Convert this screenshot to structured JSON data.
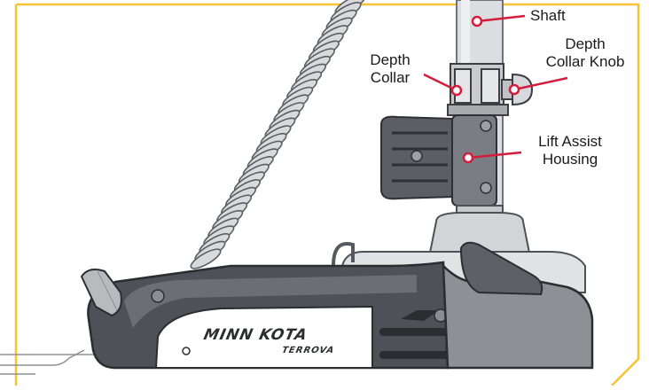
{
  "diagram": {
    "labels": {
      "shaft": "Shaft",
      "depth_collar_knob_l1": "Depth",
      "depth_collar_knob_l2": "Collar Knob",
      "depth_collar_l1": "Depth",
      "depth_collar_l2": "Collar",
      "lift_assist_l1": "Lift Assist",
      "lift_assist_l2": "Housing"
    },
    "brand": {
      "logo_text": "MINN KOTA",
      "model_text": "TERROVA"
    },
    "colors": {
      "frame": "#f6c332",
      "callout": "#d41c3c",
      "housing_dark": "#4a4d54",
      "housing_mid": "#6b6e75",
      "metal_light": "#d8d9db",
      "metal_mid": "#b9bbbe"
    }
  }
}
